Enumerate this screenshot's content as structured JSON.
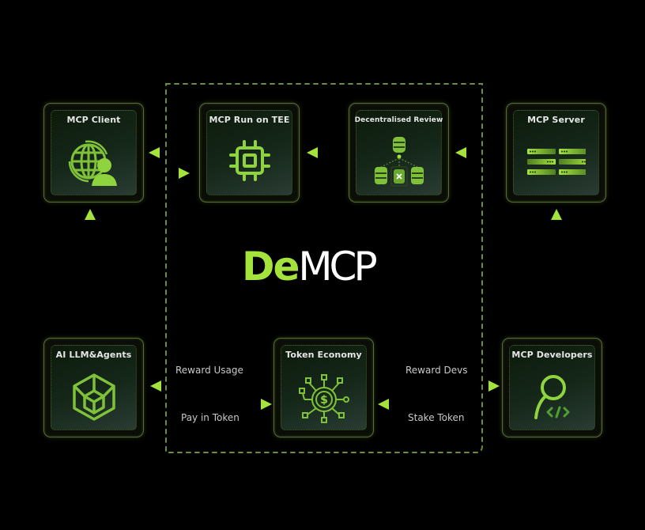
{
  "logo": {
    "prefix": "De",
    "suffix": "MCP"
  },
  "nodes": {
    "mcp_client": {
      "title": "MCP Client",
      "icon": "globe-user-icon"
    },
    "mcp_tee": {
      "title": "MCP Run on TEE",
      "icon": "cpu-chip-icon"
    },
    "review": {
      "title": "Decentralised Review",
      "icon": "database-network-icon"
    },
    "mcp_server": {
      "title": "MCP Server",
      "icon": "server-rack-icon"
    },
    "agents": {
      "title": "AI LLM&Agents",
      "icon": "cube-icon"
    },
    "token": {
      "title": "Token Economy",
      "icon": "dollar-network-icon"
    },
    "developers": {
      "title": "MCP Developers",
      "icon": "developer-user-icon"
    }
  },
  "flows": {
    "reward_usage": "Reward Usage",
    "pay_in_token": "Pay in Token",
    "reward_devs": "Reward Devs",
    "stake_token": "Stake Token"
  },
  "colors": {
    "accent": "#a4e33c",
    "background": "#000000",
    "dashed_line": "#6a8a3a",
    "text": "#e6e6e6"
  }
}
